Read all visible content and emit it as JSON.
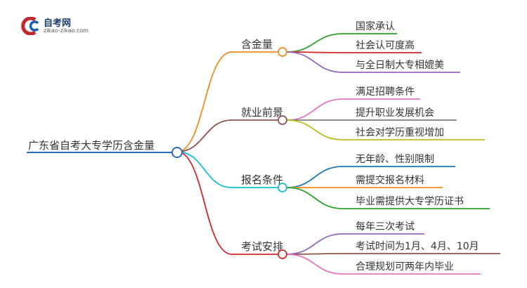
{
  "logo": {
    "title": "自考网",
    "subtitle": "zikao-zikao.com"
  },
  "root": {
    "label": "广东省自考大专学历含金量",
    "color": "#2a6ebb"
  },
  "branches": [
    {
      "label": "含金量",
      "color": "#f08c1e",
      "children": [
        {
          "label": "国家承认",
          "color": "#2ca02c"
        },
        {
          "label": "社会认可度高",
          "color": "#d62728"
        },
        {
          "label": "与全日制大专相媲美",
          "color": "#9467bd"
        }
      ]
    },
    {
      "label": "就业前景",
      "color": "#8c564b",
      "children": [
        {
          "label": "满足招聘条件",
          "color": "#e377c2"
        },
        {
          "label": "提升职业发展机会",
          "color": "#7f7f7f"
        },
        {
          "label": "社会对学历重视增加",
          "color": "#bcbd22"
        }
      ]
    },
    {
      "label": "报名条件",
      "color": "#17becf",
      "children": [
        {
          "label": "无年龄、性别限制",
          "color": "#1f77b4"
        },
        {
          "label": "需提交报名材料",
          "color": "#f08c1e"
        },
        {
          "label": "毕业需提供大专学历证书",
          "color": "#2ca02c"
        }
      ]
    },
    {
      "label": "考试安排",
      "color": "#d62728",
      "children": [
        {
          "label": "每年三次考试",
          "color": "#9467bd"
        },
        {
          "label": "考试时间为1月、4月、10月",
          "color": "#8c564b"
        },
        {
          "label": "合理规划可两年内毕业",
          "color": "#e377c2"
        }
      ]
    }
  ]
}
